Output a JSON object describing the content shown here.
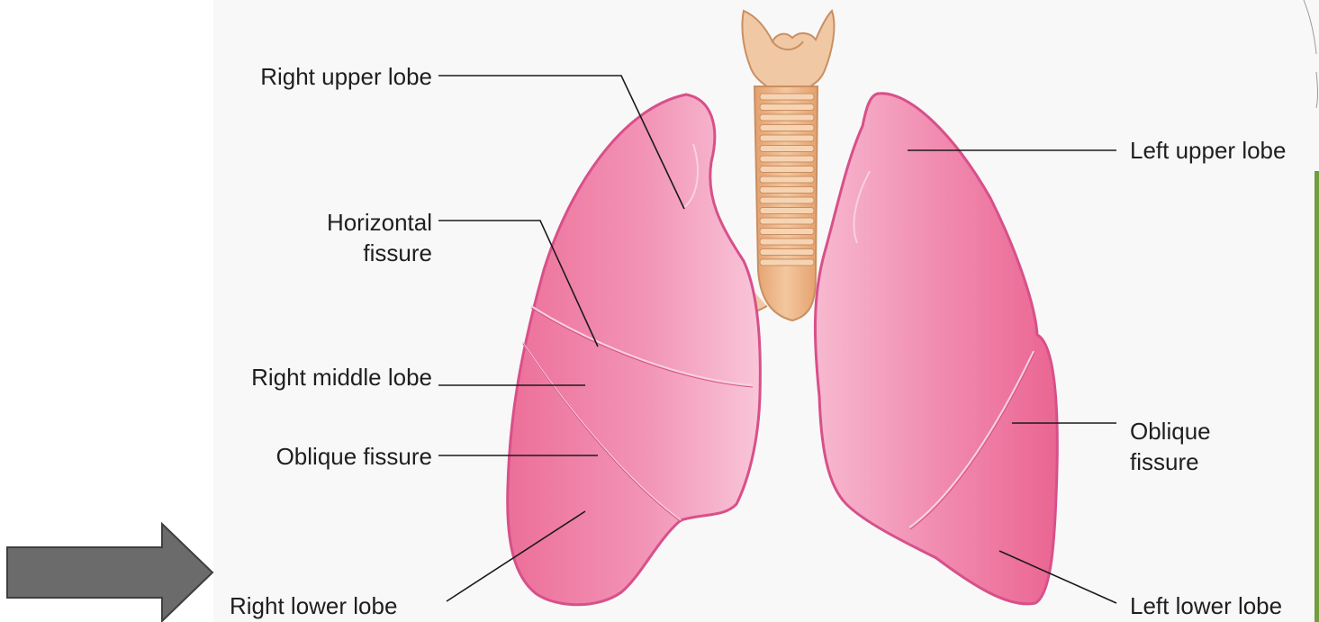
{
  "labels": {
    "right_upper_lobe": "Right upper lobe",
    "horizontal_fissure": [
      "Horizontal",
      "fissure"
    ],
    "right_middle_lobe": "Right middle lobe",
    "oblique_fissure_left_side": "Oblique fissure",
    "right_lower_lobe": "Right lower lobe",
    "left_upper_lobe": "Left upper lobe",
    "oblique_fissure_right_side": [
      "Oblique",
      "fissure"
    ],
    "left_lower_lobe": "Left lower lobe"
  },
  "icons": {
    "navigation_arrow": "right-arrow-icon"
  },
  "colors": {
    "lung_fill": "#ef84a8",
    "lung_outline": "#d8508a",
    "trachea": "#e9a978",
    "cartilage": "#f6d4b3",
    "arrow_fill": "#6b6b6b",
    "accent_stripe": "#6f9e3c"
  }
}
